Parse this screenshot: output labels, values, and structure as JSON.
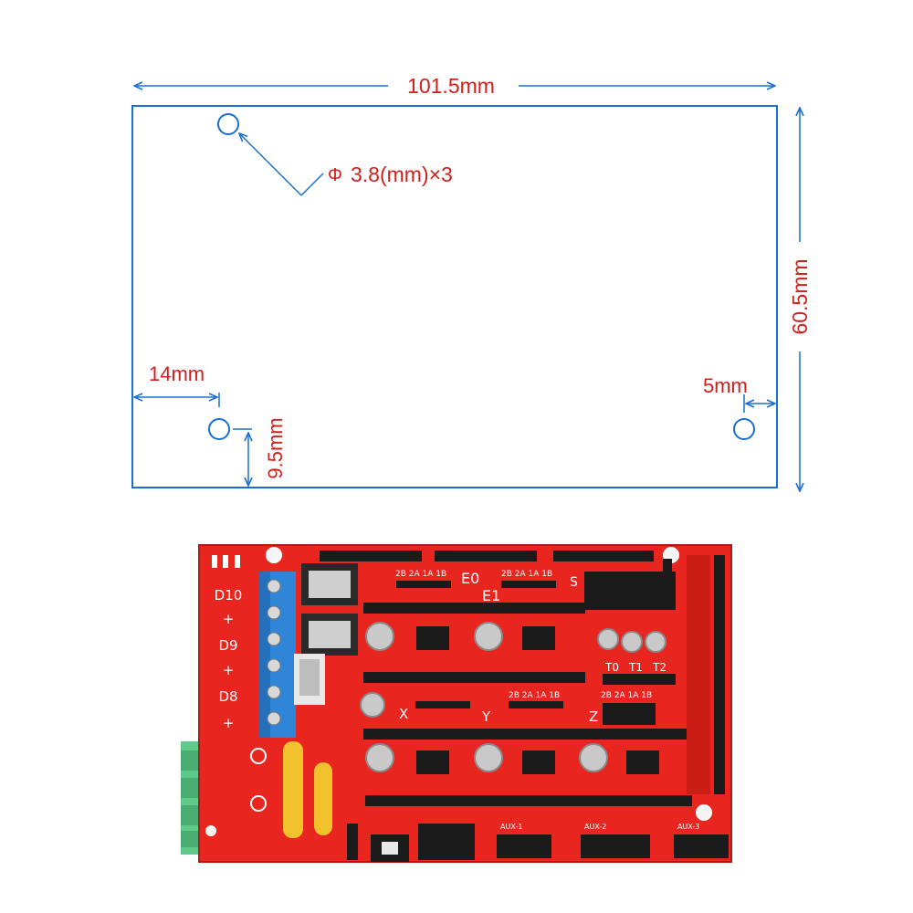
{
  "colors": {
    "outline": "#1a6fd0",
    "dimension_text": "#d0201c",
    "pcb": "#e8251f",
    "silkscreen": "#ffffff",
    "terminal_block": "#2f86d8",
    "power_terminal": "#5fc98a",
    "header": "#1b1b1b",
    "capacitor": "#c9c9c9",
    "fuse": "#f2c12e"
  },
  "dimensions": {
    "width": "101.5mm",
    "height": "60.5mm",
    "hole": "3.8(mm)×3",
    "hole_symbol": "Φ",
    "left_offset": "14mm",
    "bottom_offset": "9.5mm",
    "right_offset": "5mm"
  },
  "board": {
    "outputs": [
      "D10",
      "+",
      "D9",
      "+",
      "D8",
      "+"
    ],
    "driver_pins": "2B 2A 1A 1B",
    "driver_labels": [
      "E0",
      "E1",
      "X",
      "Y",
      "Z"
    ],
    "thermistor_labels": [
      "T0",
      "T1",
      "T2"
    ],
    "servo_label": "S",
    "aux_labels": [
      "AUX-1",
      "AUX-2",
      "AUX-3"
    ]
  }
}
